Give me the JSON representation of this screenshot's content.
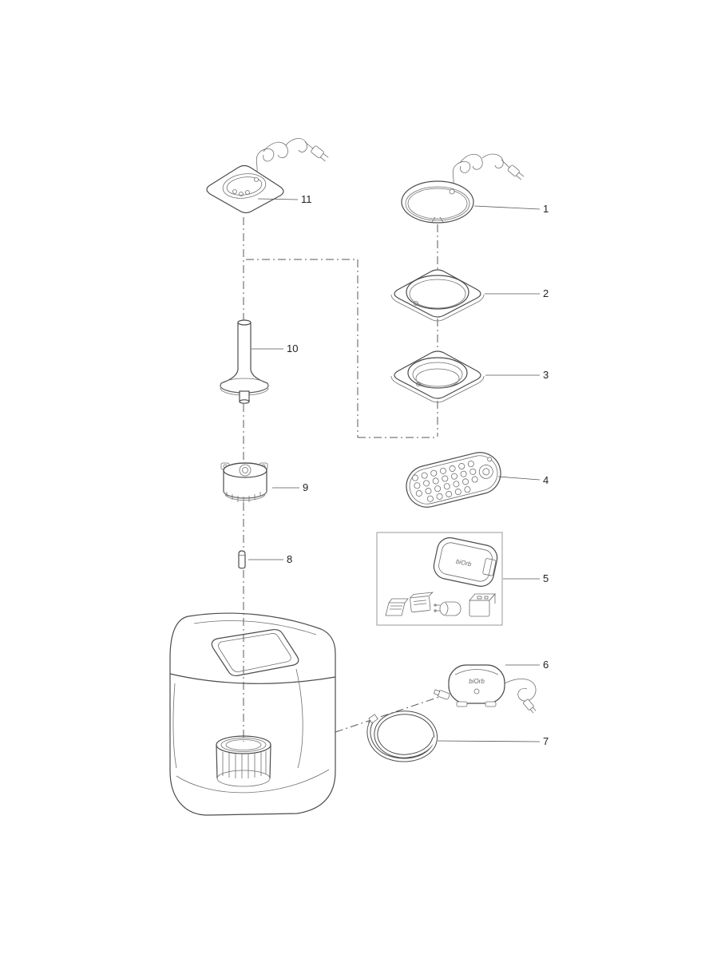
{
  "diagram": {
    "line_color": "#4c4c4c",
    "background": "#ffffff",
    "callouts": [
      "1",
      "2",
      "3",
      "4",
      "5",
      "6",
      "7",
      "8",
      "9",
      "10",
      "11"
    ],
    "brand_label_adapter": "biOrb",
    "brand_label_pump": "biOrb"
  }
}
